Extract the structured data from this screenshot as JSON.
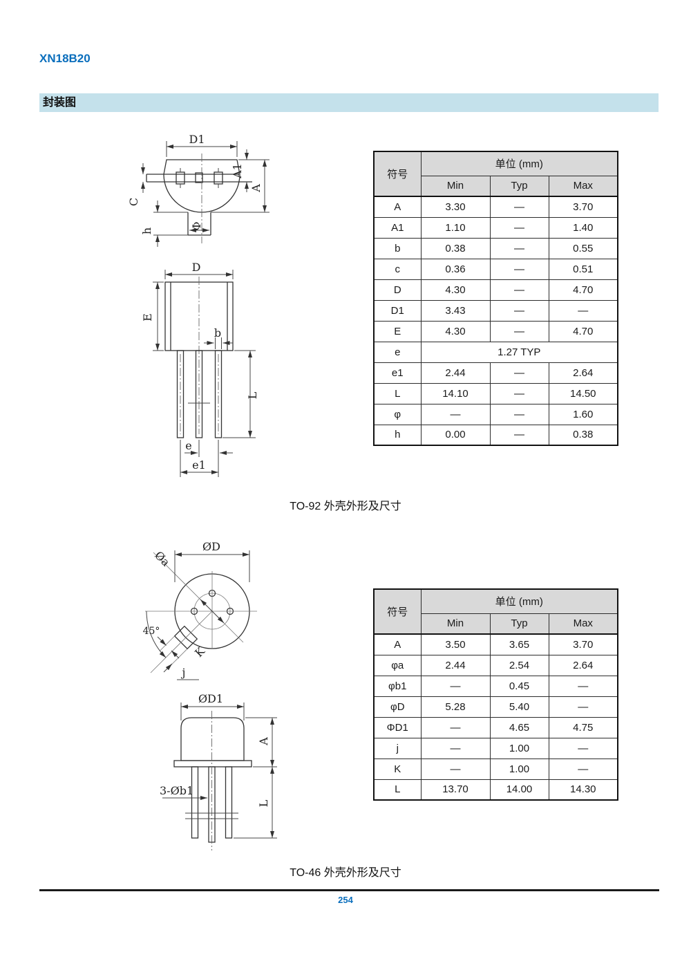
{
  "page": {
    "title": "XN18B20",
    "section_header": "封装图",
    "footer_page_number": "254"
  },
  "colors": {
    "accent_blue": "#0a6ebc",
    "section_bar_bg": "#c4e1eb",
    "table_header_bg": "#d9d9d9"
  },
  "captions": {
    "to92": "TO-92 外壳外形及尺寸",
    "to46": "TO-46 外壳外形及尺寸"
  },
  "to92_diagram": {
    "top_view": {
      "d1": "D1",
      "a1": "A1",
      "a": "A",
      "c": "C",
      "h": "h",
      "phi": "Φ"
    },
    "front_view": {
      "d": "D",
      "e_height": "E",
      "b": "b",
      "l": "L",
      "e": "e",
      "e1": "e1"
    }
  },
  "to46_diagram": {
    "top_view": {
      "od": "ØD",
      "oa": "Øa",
      "angle": "45°",
      "k": "K",
      "j": "j"
    },
    "front_view": {
      "od1": "ØD1",
      "a": "A",
      "l": "L",
      "lead_note": "3-Øb1"
    }
  },
  "to92_table": {
    "header": {
      "symbol": "符号",
      "unit": "单位 (mm)",
      "min": "Min",
      "typ": "Typ",
      "max": "Max"
    },
    "rows1": [
      {
        "symbol": "A",
        "min": "3.30",
        "typ": "—",
        "max": "3.70"
      },
      {
        "symbol": "A1",
        "min": "1.10",
        "typ": "—",
        "max": "1.40"
      },
      {
        "symbol": "b",
        "min": "0.38",
        "typ": "—",
        "max": "0.55"
      },
      {
        "symbol": "c",
        "min": "0.36",
        "typ": "—",
        "max": "0.51"
      },
      {
        "symbol": "D",
        "min": "4.30",
        "typ": "—",
        "max": "4.70"
      },
      {
        "symbol": "D1",
        "min": "3.43",
        "typ": "—",
        "max": "—"
      },
      {
        "symbol": "E",
        "min": "4.30",
        "typ": "—",
        "max": "4.70"
      }
    ],
    "e_row": {
      "symbol": "e",
      "value": "1.27 TYP"
    },
    "rows2": [
      {
        "symbol": "e1",
        "min": "2.44",
        "typ": "—",
        "max": "2.64"
      },
      {
        "symbol": "L",
        "min": "14.10",
        "typ": "—",
        "max": "14.50"
      },
      {
        "symbol": "φ",
        "min": "—",
        "typ": "—",
        "max": "1.60"
      },
      {
        "symbol": "h",
        "min": "0.00",
        "typ": "—",
        "max": "0.38"
      }
    ]
  },
  "to46_table": {
    "header": {
      "symbol": "符号",
      "unit": "单位 (mm)",
      "min": "Min",
      "typ": "Typ",
      "max": "Max"
    },
    "rows": [
      {
        "symbol": "A",
        "min": "3.50",
        "typ": "3.65",
        "max": "3.70"
      },
      {
        "symbol": "φa",
        "min": "2.44",
        "typ": "2.54",
        "max": "2.64"
      },
      {
        "symbol": "φb1",
        "min": "—",
        "typ": "0.45",
        "max": "—"
      },
      {
        "symbol": "φD",
        "min": "5.28",
        "typ": "5.40",
        "max": "—"
      },
      {
        "symbol": "ΦD1",
        "min": "—",
        "typ": "4.65",
        "max": "4.75"
      },
      {
        "symbol": "j",
        "min": "—",
        "typ": "1.00",
        "max": "—"
      },
      {
        "symbol": "K",
        "min": "—",
        "typ": "1.00",
        "max": "—"
      },
      {
        "symbol": "L",
        "min": "13.70",
        "typ": "14.00",
        "max": "14.30"
      }
    ]
  }
}
